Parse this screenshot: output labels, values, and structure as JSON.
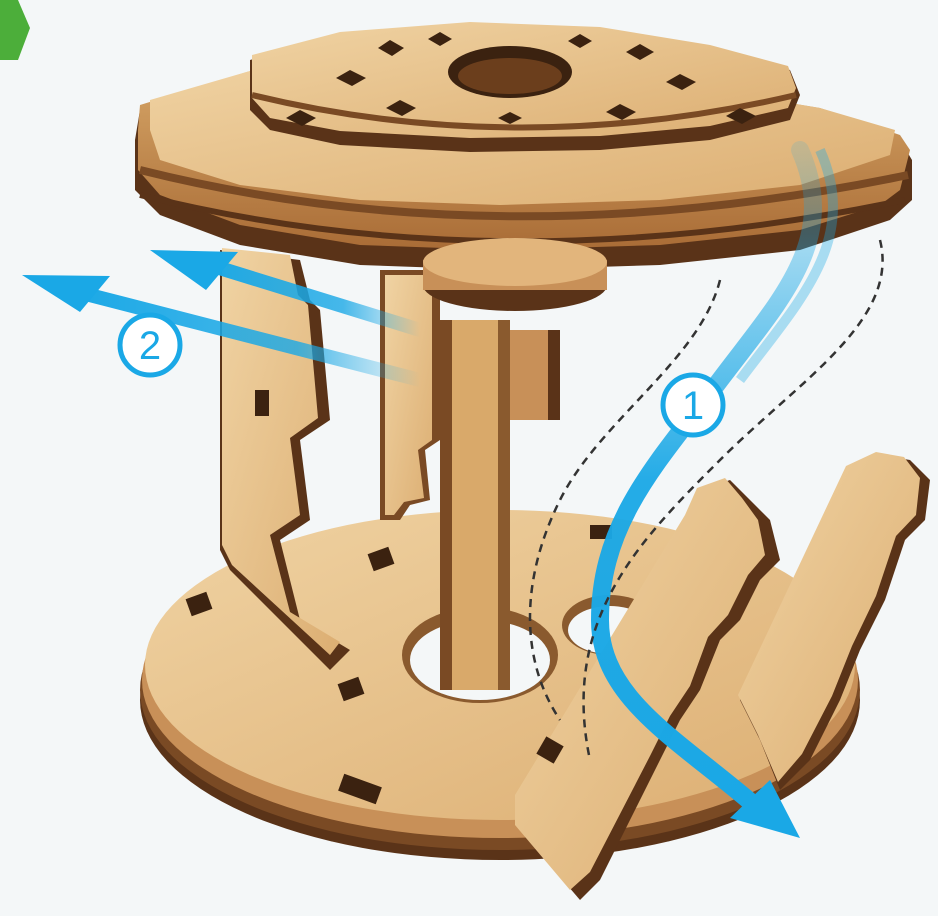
{
  "title": "",
  "steps": [
    {
      "label": "1"
    },
    {
      "label": "2"
    }
  ],
  "colors": {
    "background": "#f4f7f8",
    "wood_light": "#e9c58f",
    "wood_mid": "#d9a96a",
    "wood_edge": "#7a4a24",
    "wood_dark": "#5a3318",
    "arrow_blue": "#1aa8e6",
    "corner_badge": "#4cae3a"
  },
  "icons": {
    "corner": "green-hexagon-badge",
    "step1": "blue-curved-arrow-down",
    "step2": "blue-double-arrow-left"
  }
}
